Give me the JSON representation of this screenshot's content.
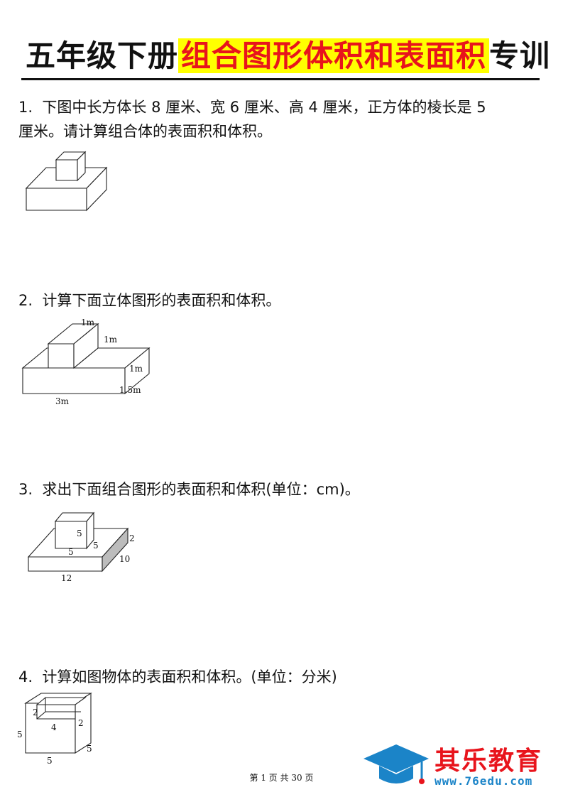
{
  "title": {
    "prefix": "五年级下册",
    "highlight": "组合图形体积和表面积",
    "suffix": "专训"
  },
  "questions": [
    {
      "number": "1.",
      "text": "下图中长方体长 8 厘米、宽 6 厘米、高 4 厘米，正方体的棱长是 5",
      "text_line2": "厘米。请计算组合体的表面积和体积。"
    },
    {
      "number": "2.",
      "text": "计算下面立体图形的表面积和体积。",
      "labels": [
        "1m",
        "1m",
        "1m",
        "1.5m",
        "3m"
      ]
    },
    {
      "number": "3.",
      "text": "求出下面组合图形的表面积和体积(单位：cm)。",
      "labels": [
        "5",
        "5",
        "5",
        "2",
        "10",
        "12"
      ]
    },
    {
      "number": "4.",
      "text": "计算如图物体的表面积和体积。(单位：分米)",
      "labels": [
        "2",
        "4",
        "2",
        "5",
        "5",
        "5"
      ]
    }
  ],
  "footer": "第 1 页 共 30 页",
  "logo": {
    "name": "其乐教育",
    "url": "www.76edu.com",
    "icon": "graduation-cap-icon",
    "name_color": "#e8141c",
    "url_color": "#1b84c8"
  }
}
